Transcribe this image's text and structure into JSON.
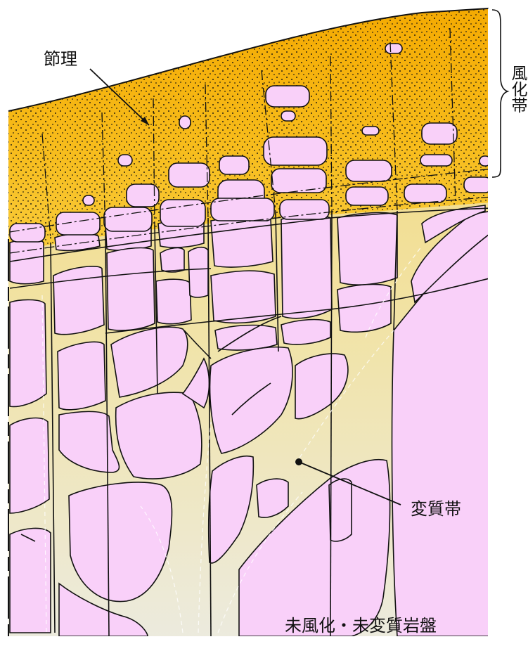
{
  "labels": {
    "joint": "節理",
    "weathered_zone": "風化帯",
    "altered_zone": "変質帯",
    "bedrock": "未風化・未変質岩盤"
  },
  "colors": {
    "weathered_top": "#f4a900",
    "weathered_bottom": "#f7c531",
    "altered": "#f3dc93",
    "altered_pale": "#eeeed9",
    "bedrock": "#f9d0f9",
    "line": "#111111"
  }
}
